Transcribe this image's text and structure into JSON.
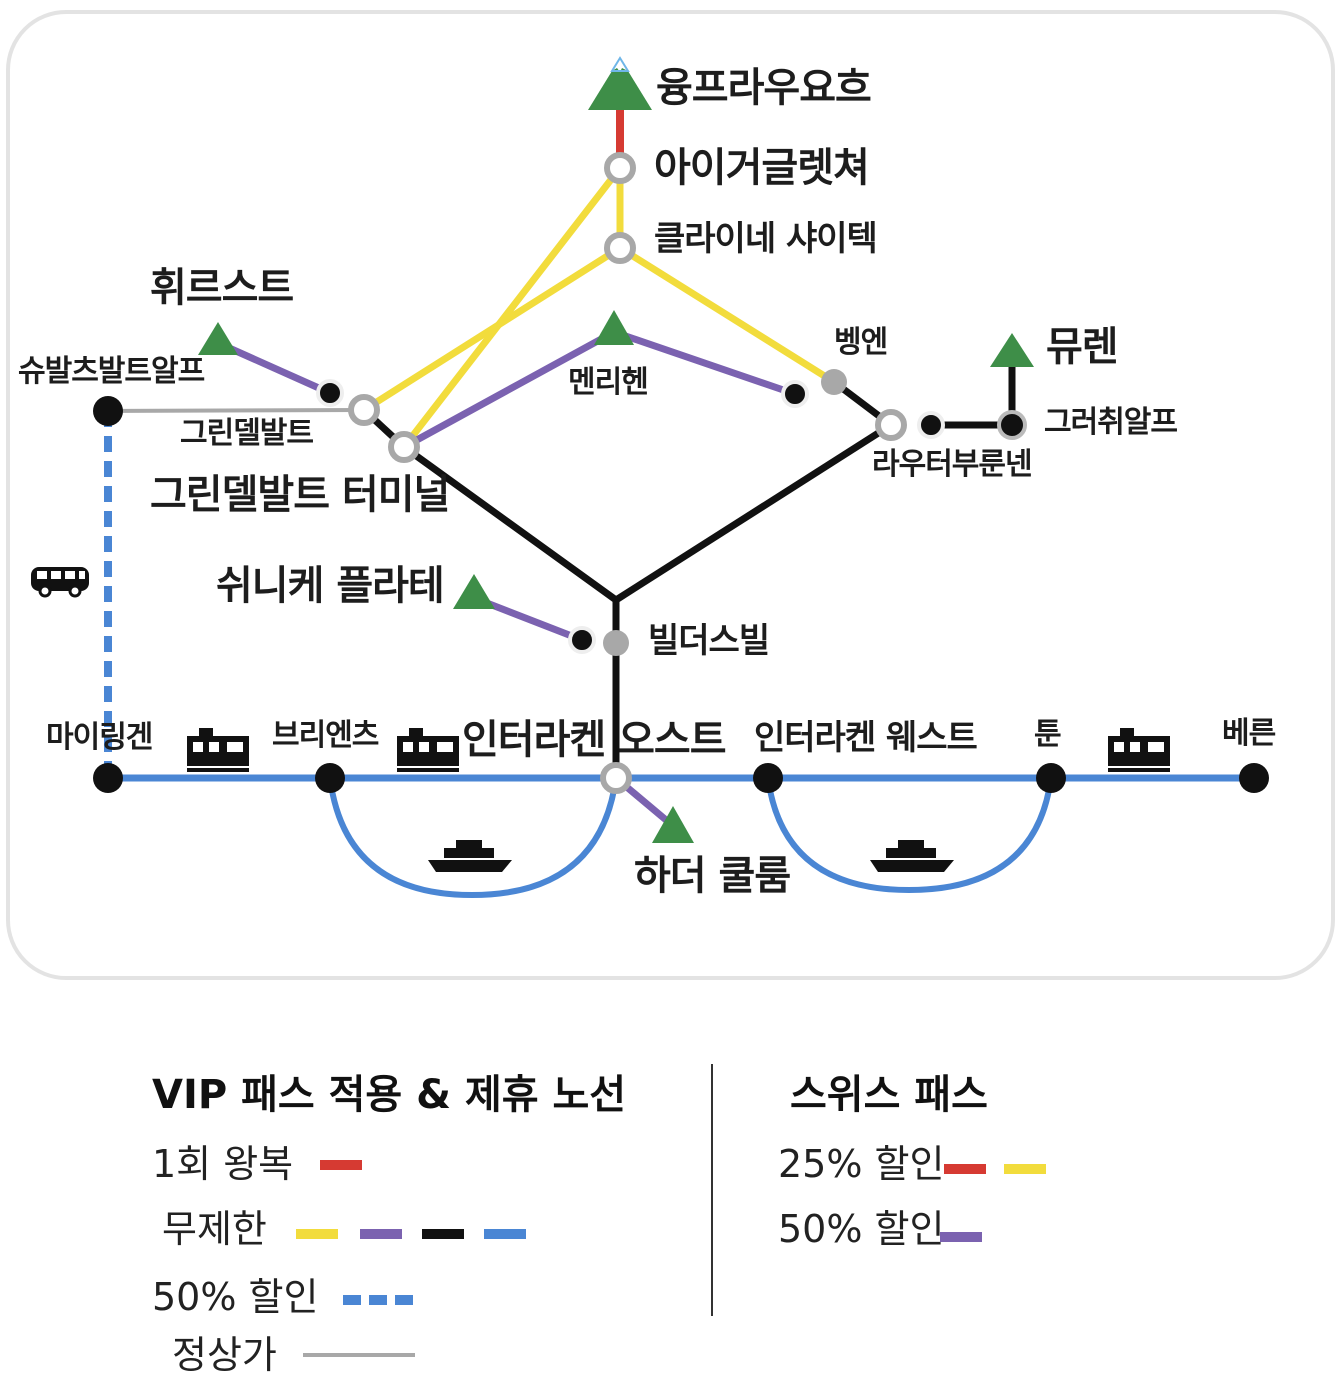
{
  "stations": {
    "jungfraujoch": "융프라우요흐",
    "eigergletscher": "아이거글렛쳐",
    "kleine_scheidegg": "클라이네 샤이텍",
    "first": "휘르스트",
    "schwarzwaldalp": "슈발츠발트알프",
    "grindelwald": "그린델발트",
    "grindelwald_terminal": "그린델발트 터미널",
    "mannlichen": "멘리헨",
    "wengen": "벵엔",
    "murren": "뮤렌",
    "grutschalp": "그러취알프",
    "lauterbrunnen": "라우터부룬넨",
    "schynige_platte": "쉬니케 플라테",
    "wilderswil": "빌더스빌",
    "meiringen": "마이링겐",
    "brienz": "브리엔츠",
    "interlaken_ost": "인터라켄 오스트",
    "interlaken_west": "인터라켄 웨스트",
    "thun": "툰",
    "bern": "베른",
    "harder_kulm": "하더 쿨룸"
  },
  "icons": {
    "bus": "bus-icon",
    "train": "train-icon",
    "boat": "boat-icon",
    "mountain": "mountain-icon"
  },
  "colors": {
    "red": "#d63a32",
    "yellow": "#f2dc3c",
    "purple": "#7b62b0",
    "black": "#111111",
    "blue": "#4a86d4",
    "gray": "#a8a8a8",
    "mountain_green": "#3e8e48"
  },
  "legend": {
    "vip": {
      "title": "VIP 패스 적용 & 제휴 노선",
      "round_trip": "1회 왕복",
      "unlimited": "무제한",
      "half_off": "50% 할인",
      "regular": "정상가"
    },
    "swiss": {
      "title": "스위스 패스",
      "quarter_off": "25% 할인",
      "half_off": "50% 할인"
    }
  }
}
